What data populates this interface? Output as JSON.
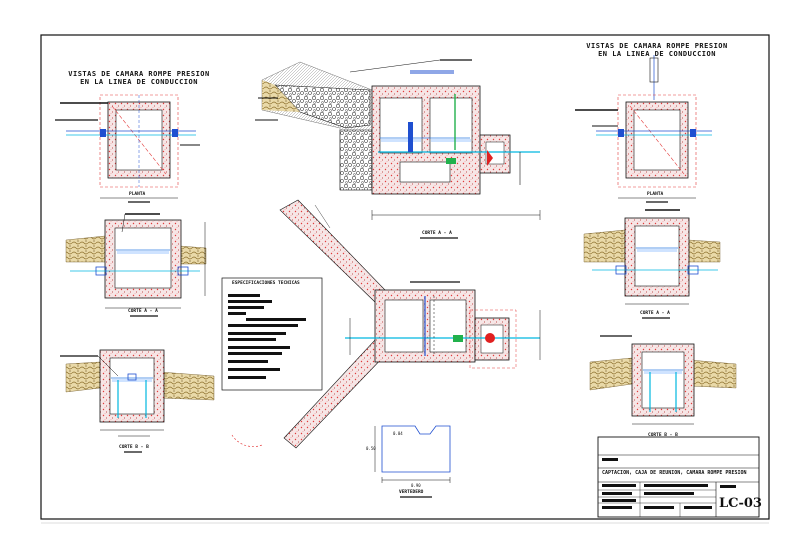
{
  "drawing": {
    "title_left_line1": "VISTAS DE CAMARA ROMPE PRESION",
    "title_left_line2": "EN LA LINEA DE CONDUCCION",
    "title_right_line1": "VISTAS DE CAMARA ROMPE PRESION",
    "title_right_line2": "EN LA LINEA DE CONDUCCION",
    "view_plan_left": "PLANTA",
    "view_cut_aa_left": "CORTE A - A",
    "view_cut_bb_left": "CORTE B - B",
    "view_plan_right": "PLANTA",
    "view_cut_aa_right": "CORTE A - A",
    "view_cut_bb_right": "CORTE B - B",
    "view_cut_aa_center": "CORTE A - A",
    "specs_title": "ESPECIFICACIONES TECNICAS",
    "detail_label": "VERTEDERO",
    "dim_width": "0.90",
    "dim_height": "0.50",
    "dim_notch": "0.04"
  },
  "title_block": {
    "project_text": "CAPTACION, CAJA DE REUNION, CAMARA ROMPE PRESION",
    "sheet_code": "LC-03"
  },
  "colors": {
    "line": "#111111",
    "concrete_fill": "#f6e6e6",
    "concrete_dots": "#e33b3b",
    "water": "#2f7de0",
    "pipe_green": "#22b14c",
    "pipe_cyan": "#00b7e0",
    "red": "#e02020",
    "blue": "#1f4fd0"
  }
}
